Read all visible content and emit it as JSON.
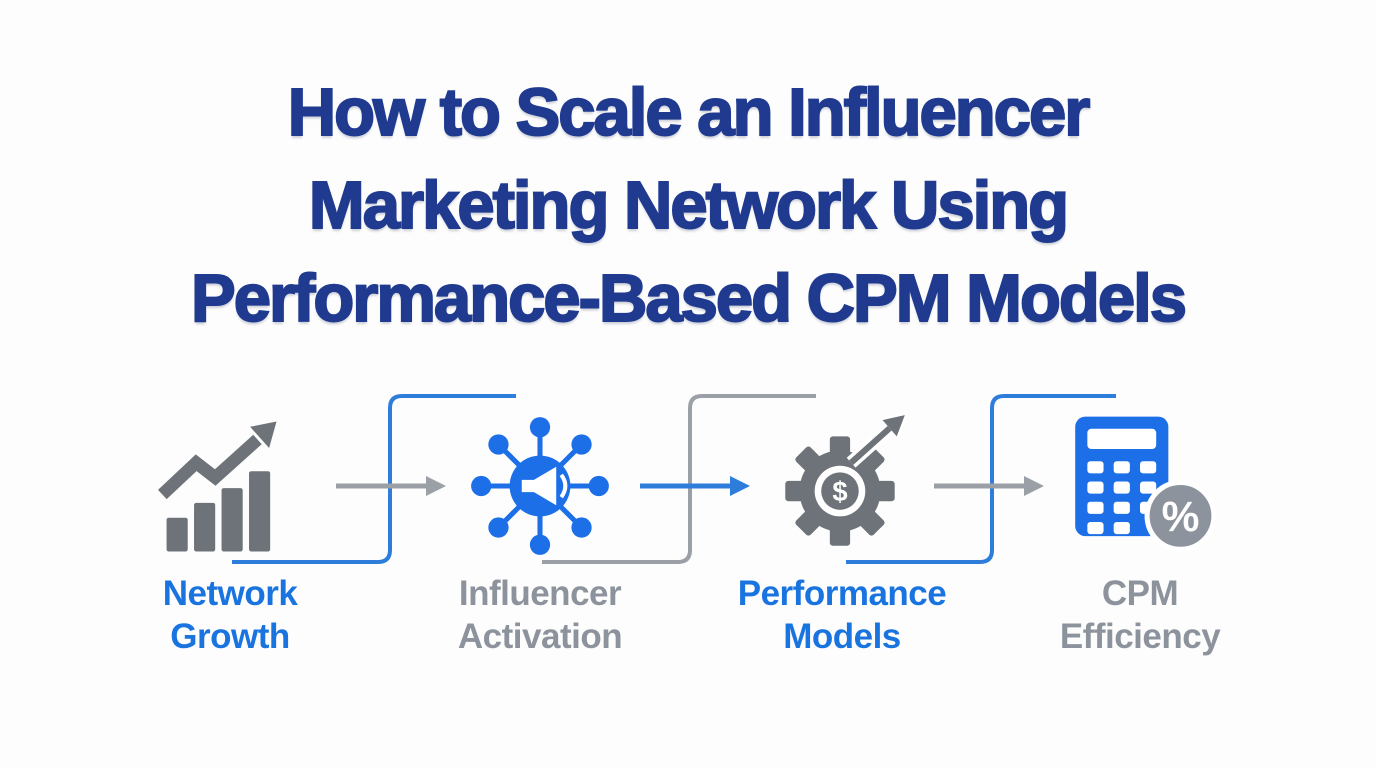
{
  "title": {
    "lines": [
      "How to Scale an Influencer",
      "Marketing Network Using",
      "Performance-Based CPM Models"
    ]
  },
  "steps": [
    {
      "label_lines": [
        "Network",
        "Growth"
      ],
      "icon": "bar-chart-growth-icon",
      "label_color": "blue"
    },
    {
      "label_lines": [
        "Influencer",
        "Activation"
      ],
      "icon": "network-hub-megaphone-icon",
      "label_color": "gray"
    },
    {
      "label_lines": [
        "Performance",
        "Models"
      ],
      "icon": "gear-dollar-target-icon",
      "label_color": "blue"
    },
    {
      "label_lines": [
        "CPM",
        "Efficiency"
      ],
      "icon": "calculator-percent-icon",
      "label_color": "gray"
    }
  ],
  "glyphs": {
    "dollar": "$",
    "percent": "%"
  },
  "colors": {
    "navy": "#1f3a8f",
    "blue_label": "#1a74e0",
    "gray_label": "#8d939c",
    "icon_blue": "#1d6fe8",
    "icon_gray": "#6d7378",
    "connector_blue": "#2e7ddb",
    "connector_gray": "#9aa0a6",
    "background": "#fdfdfd"
  }
}
